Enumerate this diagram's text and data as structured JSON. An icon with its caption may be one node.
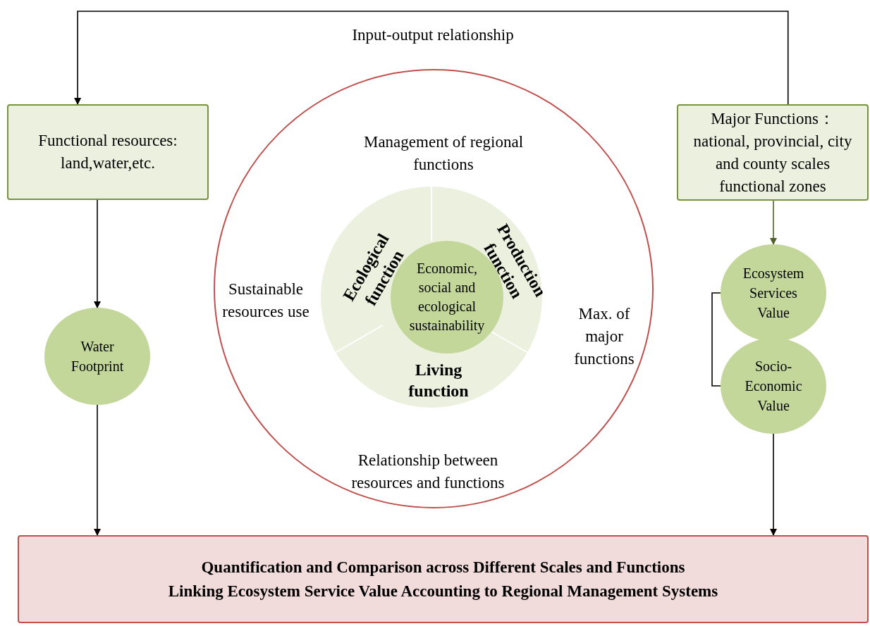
{
  "diagram": {
    "nodes": [
      {
        "text": [
          "Functional resources: land,water,etc."
        ]
      },
      {
        "text": [
          "Major Functions： national, provincial, city and county scales functional zones"
        ]
      },
      {
        "text": [
          "Management of regional functions",
          "Sustainable resources use",
          "Max. of major functions",
          "Relationship between resources and functions"
        ]
      },
      {
        "text": [],
        "shape": "circle",
        "in": 2
      },
      {
        "text": [
          "Ecological function"
        ],
        "in": 3
      },
      {
        "text": [
          "Production function"
        ],
        "in": 3
      },
      {
        "text": [
          "Living function"
        ],
        "in": 3
      },
      {
        "text": [
          "Economic, social and ecological sustainability"
        ],
        "in": 3
      },
      {
        "text": [
          "Water Footprint"
        ]
      },
      {
        "text": [
          "Ecosystem Services Value"
        ]
      },
      {
        "text": [
          "Socio-Economic Value"
        ]
      },
      {
        "text": [
          "Quantification and Comparison across Different Scales and Functions",
          "Linking Ecosystem Service Value Accounting to Regional Management Systems"
        ]
      }
    ],
    "edges": [
      {
        "from": 1,
        "to": 0,
        "arrow": "to",
        "label": "Input-output relationship"
      },
      {
        "from": 0,
        "to": 8,
        "arrow": "to"
      },
      {
        "from": 8,
        "to": 11,
        "arrow": "to"
      },
      {
        "from": 1,
        "to": 9,
        "arrow": "to",
        "color": "#4f6228"
      },
      {
        "from": 9,
        "to": 10,
        "arrow": "none"
      },
      {
        "from": 10,
        "to": 11,
        "arrow": "to"
      }
    ]
  }
}
